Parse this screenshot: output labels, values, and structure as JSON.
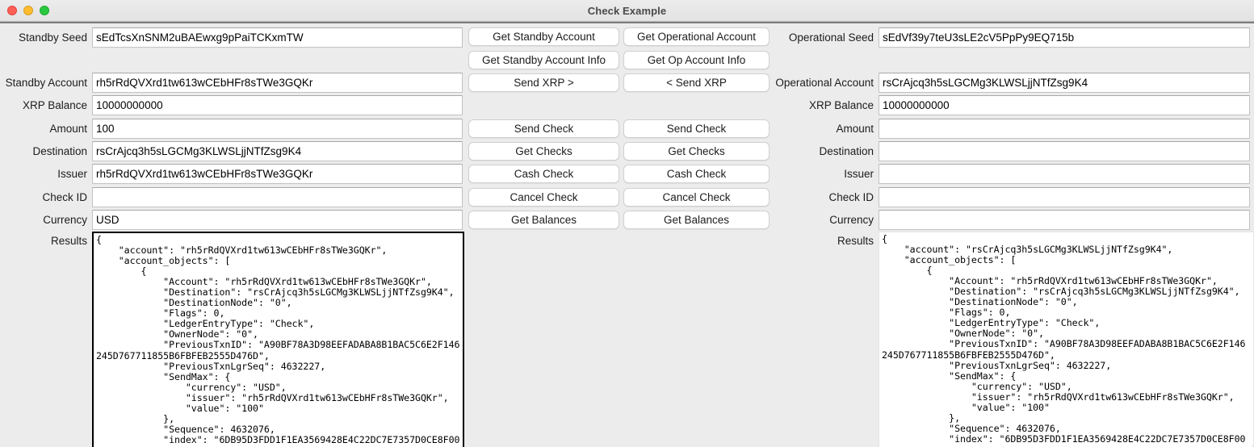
{
  "window": {
    "title": "Check Example",
    "traffic_lights": [
      "close-button",
      "minimize-button",
      "zoom-button"
    ]
  },
  "standby": {
    "fields": [
      {
        "label": "Standby Seed",
        "value": "sEdTcsXnSNM2uBAEwxg9pPaiTCKxmTW",
        "name": "standby-seed"
      },
      {
        "label": "Standby Account",
        "value": "rh5rRdQVXrd1tw613wCEbHFr8sTWe3GQKr",
        "name": "standby-account"
      },
      {
        "label": "XRP Balance",
        "value": "10000000000",
        "name": "standby-xrp-balance"
      },
      {
        "label": "Amount",
        "value": "100",
        "name": "standby-amount"
      },
      {
        "label": "Destination",
        "value": "rsCrAjcq3h5sLGCMg3KLWSLjjNTfZsg9K4",
        "name": "standby-destination"
      },
      {
        "label": "Issuer",
        "value": "rh5rRdQVXrd1tw613wCEbHFr8sTWe3GQKr",
        "name": "standby-issuer"
      },
      {
        "label": "Check ID",
        "value": "",
        "name": "standby-check-id"
      },
      {
        "label": "Currency",
        "value": "USD",
        "name": "standby-currency"
      }
    ],
    "results_label": "Results",
    "results": "{\n    \"account\": \"rh5rRdQVXrd1tw613wCEbHFr8sTWe3GQKr\",\n    \"account_objects\": [\n        {\n            \"Account\": \"rh5rRdQVXrd1tw613wCEbHFr8sTWe3GQKr\",\n            \"Destination\": \"rsCrAjcq3h5sLGCMg3KLWSLjjNTfZsg9K4\",\n            \"DestinationNode\": \"0\",\n            \"Flags\": 0,\n            \"LedgerEntryType\": \"Check\",\n            \"OwnerNode\": \"0\",\n            \"PreviousTxnID\": \"A90BF78A3D98EEFADABA8B1BAC5C6E2F146\n245D767711855B6FBFEB2555D476D\",\n            \"PreviousTxnLgrSeq\": 4632227,\n            \"SendMax\": {\n                \"currency\": \"USD\",\n                \"issuer\": \"rh5rRdQVXrd1tw613wCEbHFr8sTWe3GQKr\",\n                \"value\": \"100\"\n            },\n            \"Sequence\": 4632076,\n            \"index\": \"6DB95D3FDD1F1EA3569428E4C22DC7E7357D0CE8F00"
  },
  "operational": {
    "fields": [
      {
        "label": "Operational Seed",
        "value": "sEdVf39y7teU3sLE2cV5PpPy9EQ715b",
        "name": "operational-seed"
      },
      {
        "label": "Operational Account",
        "value": "rsCrAjcq3h5sLGCMg3KLWSLjjNTfZsg9K4",
        "name": "operational-account"
      },
      {
        "label": "XRP Balance",
        "value": "10000000000",
        "name": "operational-xrp-balance"
      },
      {
        "label": "Amount",
        "value": "",
        "name": "operational-amount"
      },
      {
        "label": "Destination",
        "value": "",
        "name": "operational-destination"
      },
      {
        "label": "Issuer",
        "value": "",
        "name": "operational-issuer"
      },
      {
        "label": "Check ID",
        "value": "",
        "name": "operational-check-id"
      },
      {
        "label": "Currency",
        "value": "",
        "name": "operational-currency"
      }
    ],
    "results_label": "Results",
    "results": "{\n    \"account\": \"rsCrAjcq3h5sLGCMg3KLWSLjjNTfZsg9K4\",\n    \"account_objects\": [\n        {\n            \"Account\": \"rh5rRdQVXrd1tw613wCEbHFr8sTWe3GQKr\",\n            \"Destination\": \"rsCrAjcq3h5sLGCMg3KLWSLjjNTfZsg9K4\",\n            \"DestinationNode\": \"0\",\n            \"Flags\": 0,\n            \"LedgerEntryType\": \"Check\",\n            \"OwnerNode\": \"0\",\n            \"PreviousTxnID\": \"A90BF78A3D98EEFADABA8B1BAC5C6E2F146\n245D767711855B6FBFEB2555D476D\",\n            \"PreviousTxnLgrSeq\": 4632227,\n            \"SendMax\": {\n                \"currency\": \"USD\",\n                \"issuer\": \"rh5rRdQVXrd1tw613wCEbHFr8sTWe3GQKr\",\n                \"value\": \"100\"\n            },\n            \"Sequence\": 4632076,\n            \"index\": \"6DB95D3FDD1F1EA3569428E4C22DC7E7357D0CE8F00"
  },
  "buttons_left": [
    {
      "label": "Get Standby Account",
      "name": "get-standby-account-button"
    },
    {
      "label": "Get Standby Account Info",
      "name": "get-standby-account-info-button"
    },
    {
      "label": "Send XRP >",
      "name": "send-xrp-right-button"
    },
    {
      "label": "Send  Check",
      "name": "standby-send-check-button"
    },
    {
      "label": "Get Checks",
      "name": "standby-get-checks-button"
    },
    {
      "label": "Cash  Check",
      "name": "standby-cash-check-button"
    },
    {
      "label": "Cancel  Check",
      "name": "standby-cancel-check-button"
    },
    {
      "label": "Get Balances",
      "name": "standby-get-balances-button"
    }
  ],
  "buttons_right": [
    {
      "label": "Get Operational Account",
      "name": "get-operational-account-button"
    },
    {
      "label": "Get Op Account Info",
      "name": "get-op-account-info-button"
    },
    {
      "label": "< Send XRP",
      "name": "send-xrp-left-button"
    },
    {
      "label": "Send Check",
      "name": "operational-send-check-button"
    },
    {
      "label": "Get Checks",
      "name": "operational-get-checks-button"
    },
    {
      "label": "Cash Check",
      "name": "operational-cash-check-button"
    },
    {
      "label": "Cancel Check",
      "name": "operational-cancel-check-button"
    },
    {
      "label": "Get Balances",
      "name": "operational-get-balances-button"
    }
  ],
  "colors": {
    "window_background": "#ececec",
    "field_background": "#ffffff",
    "field_border": "#c2c2c2",
    "focus_border": "#000000",
    "text": "#1c1c1c",
    "titlebar_text": "#4a4a4a",
    "close": "#ff5f57",
    "minimize": "#febc2e",
    "zoom": "#28c840"
  }
}
